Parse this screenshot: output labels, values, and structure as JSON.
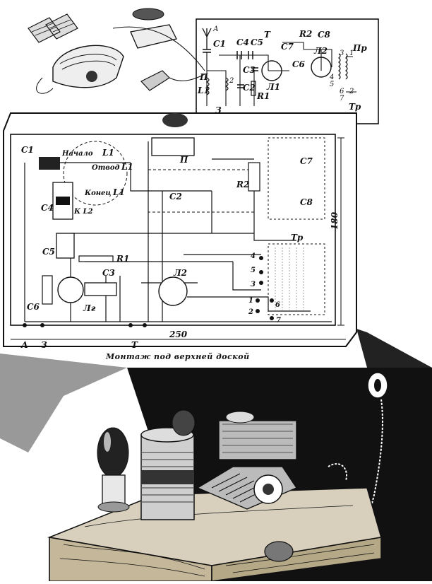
{
  "schematic": {
    "antenna": "А",
    "ground": "З",
    "c1": "C1",
    "c2": "C2",
    "c3": "C3",
    "c4": "C4",
    "c5": "C5",
    "c6": "C6",
    "c7": "C7",
    "c8": "C8",
    "l1": "L1",
    "l2": "L2",
    "r1": "R1",
    "r2": "R2",
    "tube1": "Л1",
    "tube2": "Л2",
    "switch": "П",
    "battery": "Т",
    "transformer": "Тр",
    "plug": "Пр",
    "tap2": "2",
    "out1": "1",
    "out2": "2",
    "out3": "3",
    "out4": "4",
    "out5": "5",
    "out6": "6",
    "out7": "7"
  },
  "wiring": {
    "c1": "C1",
    "nachalo": "Начало",
    "l1a": "L1",
    "otvod": "Отвод",
    "l1b": "L1",
    "konec": "Конец",
    "l1c": "L1",
    "c4": "C4",
    "kl2": "К L2",
    "c5": "C5",
    "r1": "R1",
    "c3": "C3",
    "c6": "C6",
    "lg": "Лг",
    "l2": "Л2",
    "c2": "C2",
    "r2": "R2",
    "c7": "C7",
    "c8": "C8",
    "p": "П",
    "tr": "Тр",
    "t4": "4",
    "t5": "5",
    "t3": "3",
    "t1": "1",
    "t6": "6",
    "t2": "2",
    "t7": "7",
    "dim_height": "180",
    "dim_width": "250",
    "bottom_a": "А",
    "bottom_z": "З",
    "bottom_t": "Т",
    "caption": "Монтаж под верхней доской"
  }
}
